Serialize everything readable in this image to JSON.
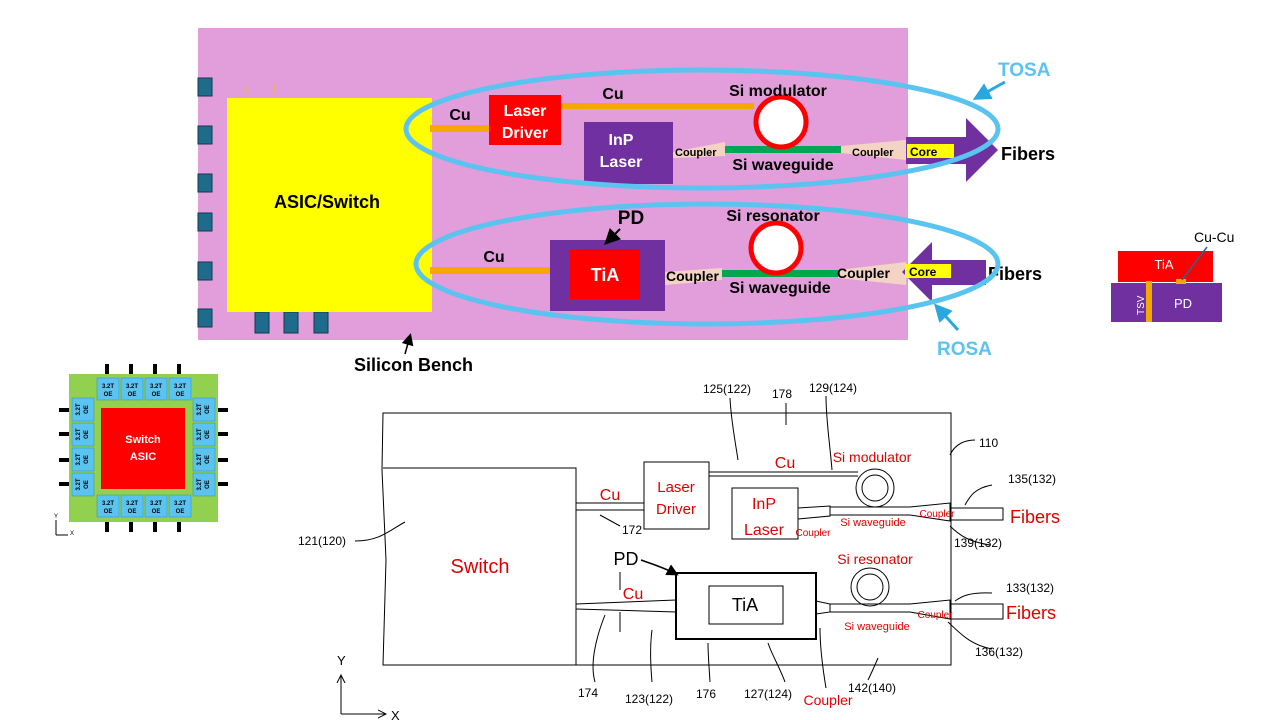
{
  "top": {
    "asic_label": "ASIC/Switch",
    "bench_label": "Silicon Bench",
    "cu_tx": "Cu",
    "cu_tx2": "Cu",
    "cu_rx": "Cu",
    "laser_driver": [
      "Laser",
      "Driver"
    ],
    "inp_laser": [
      "InP",
      "Laser"
    ],
    "si_modulator": "Si modulator",
    "si_waveguide_tx": "Si waveguide",
    "coupler_tx_left": "Coupler",
    "coupler_tx_right": "Coupler",
    "core_tx": "Core",
    "fibers_tx": "Fibers",
    "tosa": "TOSA",
    "pd": "PD",
    "tia": "TiA",
    "si_resonator": "Si resonator",
    "si_waveguide_rx": "Si waveguide",
    "coupler_rx_left": "Coupler",
    "coupler_rx_right": "Coupler",
    "core_rx": "Core",
    "fibers_rx": "Fibers",
    "rosa": "ROSA"
  },
  "inset": {
    "cucu": "Cu-Cu",
    "tia": "TiA",
    "pd": "PD",
    "tsv": "TSV"
  },
  "package": {
    "asic": [
      "Switch",
      "ASIC"
    ],
    "oe": [
      "3.2T",
      "OE"
    ],
    "axis_y": "Y",
    "axis_x": "X"
  },
  "patent": {
    "switch": "Switch",
    "laser_driver": [
      "Laser",
      "Driver"
    ],
    "inp_laser": [
      "InP",
      "Laser"
    ],
    "cu_mod": "Cu",
    "cu_driver": "Cu",
    "cu_rx": "Cu",
    "si_modulator": "Si modulator",
    "si_waveguide_tx": "Si waveguide",
    "coupler_tx_left": "Coupler",
    "coupler_tx_right": "Coupler",
    "fibers_tx": "Fibers",
    "pd": "PD",
    "tia": "TiA",
    "si_resonator": "Si resonator",
    "si_waveguide_rx": "Si waveguide",
    "coupler_rx_right": "Coupler",
    "coupler_bottom": "Coupler",
    "fibers_rx": "Fibers",
    "refs": {
      "r125": "125(122)",
      "r178": "178",
      "r129": "129(124)",
      "r110": "110",
      "r135": "135(132)",
      "r139": "139(132)",
      "r121": "121(120)",
      "r172": "172",
      "r133": "133(132)",
      "r136": "136(132)",
      "r174": "174",
      "r123": "123(122)",
      "r176": "176",
      "r127": "127(124)",
      "r142": "142(140)"
    },
    "axis_y": "Y",
    "axis_x": "X"
  }
}
